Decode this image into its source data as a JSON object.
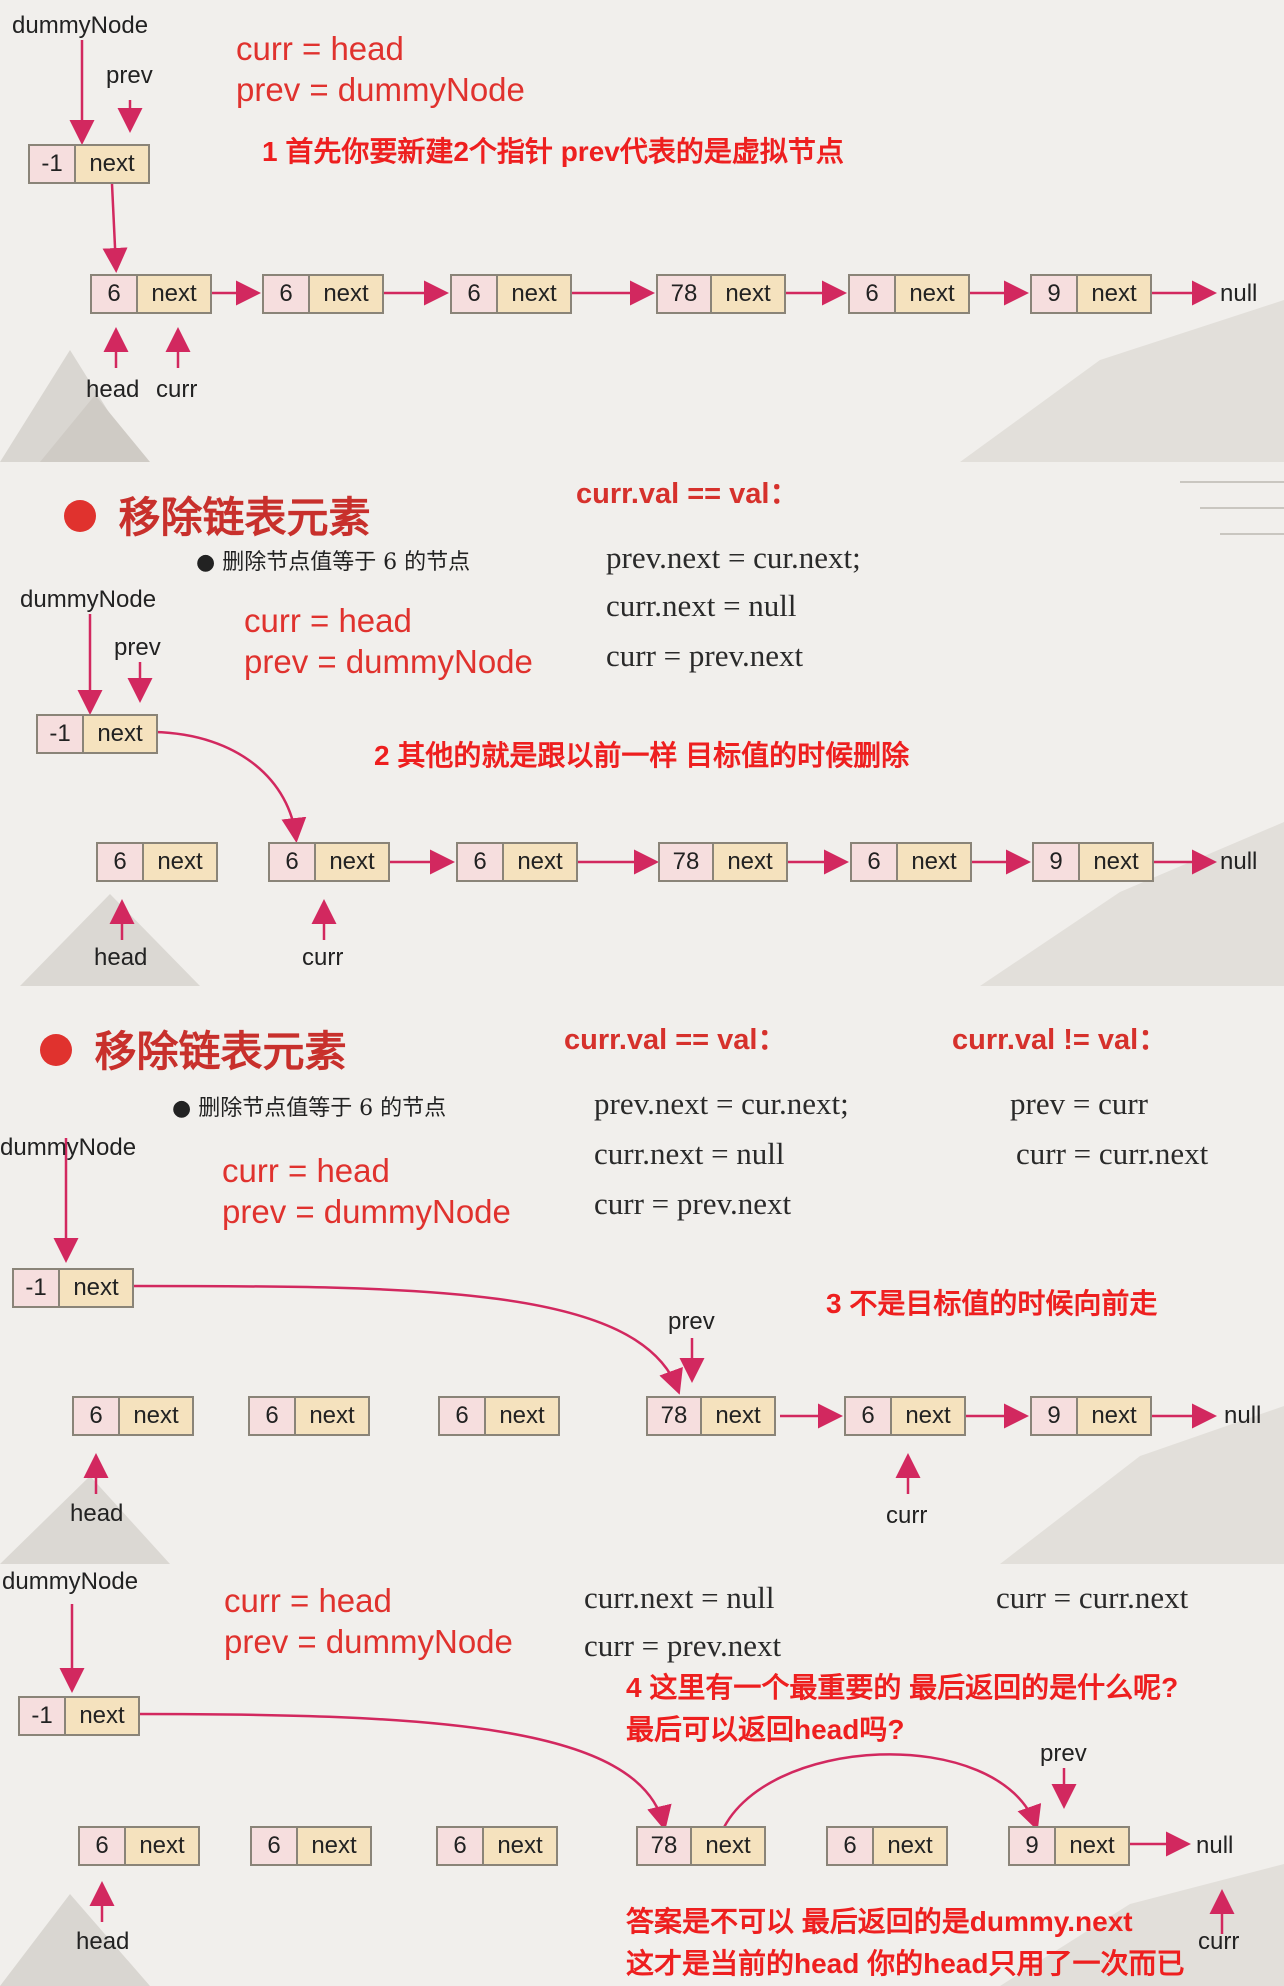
{
  "panel1": {
    "dummy_label": "dummyNode",
    "prev_label": "prev",
    "assign_curr": "curr = head",
    "assign_prev": "prev = dummyNode",
    "note": "1 首先你要新建2个指针 prev代表的是虚拟节点",
    "dummy_node": {
      "val": "-1",
      "next": "next"
    },
    "nodes": [
      {
        "val": "6",
        "next": "next"
      },
      {
        "val": "6",
        "next": "next"
      },
      {
        "val": "6",
        "next": "next"
      },
      {
        "val": "78",
        "next": "next"
      },
      {
        "val": "6",
        "next": "next"
      },
      {
        "val": "9",
        "next": "next"
      }
    ],
    "null_label": "null",
    "head_label": "head",
    "curr_label": "curr"
  },
  "panel2": {
    "title": "移除链表元素",
    "bullet": "● 删除节点值等于 6 的节点",
    "condition": "curr.val == val：",
    "code": [
      "prev.next = cur.next;",
      "curr.next = null",
      "curr = prev.next"
    ],
    "dummy_label": "dummyNode",
    "prev_label": "prev",
    "assign_curr": "curr = head",
    "assign_prev": "prev = dummyNode",
    "note": "2 其他的就是跟以前一样 目标值的时候删除",
    "dummy_node": {
      "val": "-1",
      "next": "next"
    },
    "nodes": [
      {
        "val": "6",
        "next": "next"
      },
      {
        "val": "6",
        "next": "next"
      },
      {
        "val": "6",
        "next": "next"
      },
      {
        "val": "78",
        "next": "next"
      },
      {
        "val": "6",
        "next": "next"
      },
      {
        "val": "9",
        "next": "next"
      }
    ],
    "null_label": "null",
    "head_label": "head",
    "curr_label": "curr"
  },
  "panel3": {
    "title": "移除链表元素",
    "bullet": "● 删除节点值等于 6 的节点",
    "condition_eq": "curr.val == val：",
    "condition_ne": "curr.val != val：",
    "code_eq": [
      "prev.next = cur.next;",
      "curr.next = null",
      "curr = prev.next"
    ],
    "code_ne": [
      "prev = curr",
      "curr = curr.next"
    ],
    "dummy_label": "dummyNode",
    "assign_curr": "curr = head",
    "assign_prev": "prev = dummyNode",
    "note": "3 不是目标值的时候向前走",
    "prev_label": "prev",
    "dummy_node": {
      "val": "-1",
      "next": "next"
    },
    "nodes": [
      {
        "val": "6",
        "next": "next"
      },
      {
        "val": "6",
        "next": "next"
      },
      {
        "val": "6",
        "next": "next"
      },
      {
        "val": "78",
        "next": "next"
      },
      {
        "val": "6",
        "next": "next"
      },
      {
        "val": "9",
        "next": "next"
      }
    ],
    "null_label": "null",
    "head_label": "head",
    "curr_label": "curr"
  },
  "panel4": {
    "dummy_label": "dummyNode",
    "assign_curr": "curr = head",
    "assign_prev": "prev = dummyNode",
    "code": [
      "curr.next = null",
      "curr = prev.next",
      "curr = curr.next"
    ],
    "note_q1": "4 这里有一个最重要的 最后返回的是什么呢?",
    "note_q2": "最后可以返回head吗?",
    "prev_label": "prev",
    "dummy_node": {
      "val": "-1",
      "next": "next"
    },
    "nodes": [
      {
        "val": "6",
        "next": "next"
      },
      {
        "val": "6",
        "next": "next"
      },
      {
        "val": "6",
        "next": "next"
      },
      {
        "val": "78",
        "next": "next"
      },
      {
        "val": "6",
        "next": "next"
      },
      {
        "val": "9",
        "next": "next"
      }
    ],
    "null_label": "null",
    "head_label": "head",
    "curr_label": "curr",
    "answer1": "答案是不可以 最后返回的是dummy.next",
    "answer2": "这才是当前的head 你的head只用了一次而已"
  },
  "colors": {
    "accent_red": "#e0322e",
    "node_val_bg": "#f6dede",
    "node_next_bg": "#f5e2be"
  }
}
